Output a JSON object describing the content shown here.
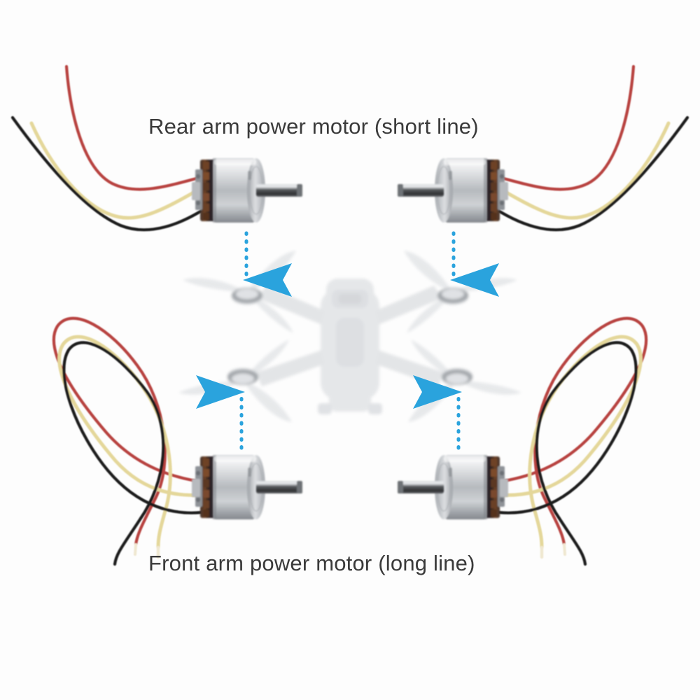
{
  "diagram": {
    "title_rear": "Rear arm power motor (short line)",
    "title_front": "Front arm power motor (long line)",
    "background_color": "#fdfdfd",
    "text_color": "#3a3a3a",
    "arrow_color": "#2aa3dd",
    "wire_colors": {
      "red": "#b8433f",
      "yellow": "#e8dda0",
      "black": "#1a1a1a"
    },
    "motor_colors": {
      "bell_light": "#e9eaec",
      "bell_mid": "#b9bcc0",
      "bell_dark": "#8b9095",
      "shaft": "#4a4d50",
      "winding_copper": "#7a4a2e",
      "stator_dark": "#2a2224"
    },
    "drone_color": "#e2e4e6",
    "drone_hub_color": "#a9adb2",
    "annotations": [
      {
        "name": "rear-left-motor",
        "label": "Rear arm power motor (short line)",
        "wire_length": "short",
        "arrow_direction": "down",
        "arrow_from": "motor",
        "arrow_to": "rear-left-arm"
      },
      {
        "name": "rear-right-motor",
        "label": "Rear arm power motor (short line)",
        "wire_length": "short",
        "arrow_direction": "down",
        "arrow_from": "motor",
        "arrow_to": "rear-right-arm"
      },
      {
        "name": "front-left-motor",
        "label": "Front arm power motor (long line)",
        "wire_length": "long",
        "arrow_direction": "up",
        "arrow_from": "motor",
        "arrow_to": "front-left-arm"
      },
      {
        "name": "front-right-motor",
        "label": "Front arm power motor (long line)",
        "wire_length": "long",
        "arrow_direction": "up",
        "arrow_from": "motor",
        "arrow_to": "front-right-arm"
      }
    ],
    "wires_per_motor": 3,
    "drone": {
      "type": "quadcopter",
      "arms": 4,
      "blades_per_propeller": 3
    }
  }
}
